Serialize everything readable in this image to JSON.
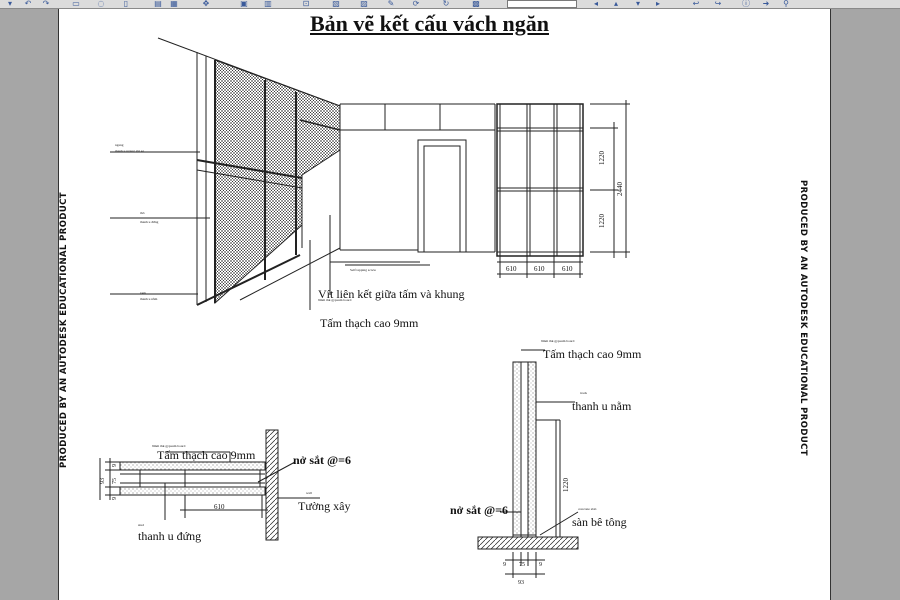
{
  "viewer": {
    "toolbar_icons": [
      "open-icon",
      "undo-icon",
      "redo-icon",
      "print-icon",
      "zoom-icon",
      "save-icon",
      "copy-icon",
      "paste-icon",
      "pan-icon",
      "select-icon",
      "pencil-icon",
      "rotate-icon",
      "refresh-icon",
      "layout-icon",
      "measure-icon",
      "highlight-icon",
      "markup-icon",
      "next-icon"
    ],
    "stamp_text": "PRODUCED BY AN AUTODESK EDUCATIONAL PRODUCT"
  },
  "drawing": {
    "title": "Bản vẽ kết cấu vách ngăn",
    "elevation": {
      "label_small_top": "ngang",
      "label_small_top2": "thanh u ngang giá só",
      "label_small_mid": "thô",
      "label_small_mid2": "thanh u đứng",
      "label_small_bot": "tanh",
      "label_small_bot2": "thanh u nằm",
      "label_screw_small": "Self tapping screw",
      "label_screw": "Vít liên kết giữa tấm và khung",
      "label_board_small": "9mm thk gypsum board",
      "label_board": "Tấm thạch cao 9mm",
      "dim_1220_top": "1220",
      "dim_1220_bottom": "1220",
      "dim_2440": "2440",
      "dim_610_a": "610",
      "dim_610_b": "610",
      "dim_610_c": "610"
    },
    "plan_section": {
      "label_board_small": "9mm thk gypsum board",
      "label_board": "Tấm thạch cao 9mm",
      "label_bolt": "nở sắt @=6",
      "label_wall_small": "wall",
      "label_wall": "Tường xây",
      "label_stud_small": "stud",
      "label_stud": "thanh u đứng",
      "dim_93": "93",
      "dim_9a": "9",
      "dim_75": "75",
      "dim_9b": "9",
      "dim_610": "610"
    },
    "vertical_section": {
      "label_board_small": "9mm thk gypsum board",
      "label_board": "Tấm thạch cao 9mm",
      "label_track_small": "track",
      "label_track": "thanh u nằm",
      "dim_1220": "1220",
      "label_bolt": "nở sắt @=6",
      "label_floor_small": "concrete slab",
      "label_floor": "sàn bê tông",
      "dim_9a": "9",
      "dim_75": "75",
      "dim_9b": "9",
      "dim_93": "93"
    }
  }
}
